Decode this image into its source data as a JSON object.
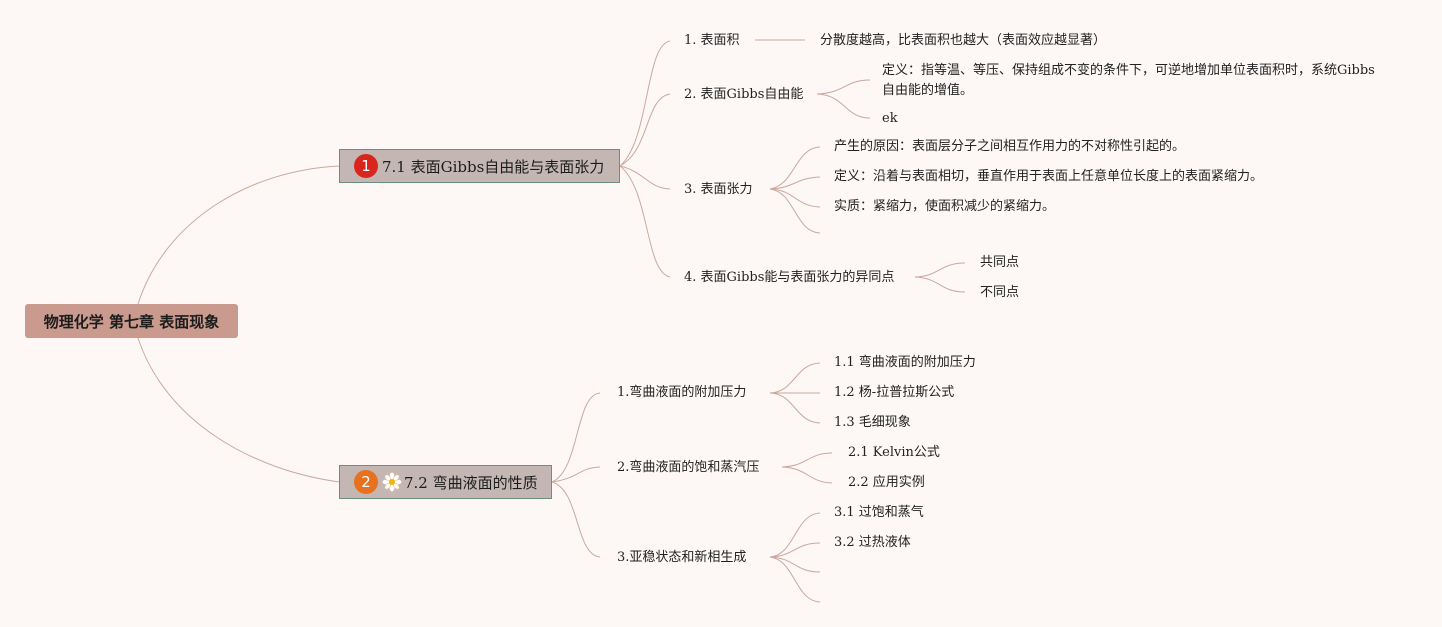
{
  "root": {
    "label": "物理化学 第七章 表面现象"
  },
  "topics": [
    {
      "marker": "1",
      "label": "7.1 表面Gibbs自由能与表面张力",
      "children": [
        {
          "label": "1. 表面积",
          "details": [
            "分散度越高，比表面积也越大（表面效应越显著）"
          ]
        },
        {
          "label": "2. 表面Gibbs自由能",
          "details": [
            "定义：指等温、等压、保持组成不变的条件下，可逆地增加单位表面积时，系统Gibbs自由能的增值。",
            "ek"
          ]
        },
        {
          "label": "3. 表面张力",
          "details": [
            "产生的原因：表面层分子之间相互作用力的不对称性引起的。",
            "定义：沿着与表面相切，垂直作用于表面上任意单位长度上的表面紧缩力。",
            "实质：紧缩力，使面积减少的紧缩力。",
            ""
          ]
        },
        {
          "label": "4. 表面Gibbs能与表面张力的异同点",
          "details": [
            "共同点",
            "不同点"
          ]
        }
      ]
    },
    {
      "marker": "2",
      "icon": "daisy-icon",
      "label": "7.2 弯曲液面的性质",
      "children": [
        {
          "label": "1.弯曲液面的附加压力",
          "details": [
            "1.1 弯曲液面的附加压力",
            "1.2 杨-拉普拉斯公式",
            "1.3 毛细现象"
          ]
        },
        {
          "label": "2.弯曲液面的饱和蒸汽压",
          "details": [
            "2.1 Kelvin公式",
            "2.2 应用实例"
          ]
        },
        {
          "label": "3.亚稳状态和新相生成",
          "details": [
            "3.1 过饱和蒸气",
            "3.2 过热液体",
            "",
            ""
          ]
        }
      ]
    }
  ],
  "colors": {
    "background": "#fdf8f6",
    "root": "#c99a8d",
    "topic": "#c4b7b3",
    "link": "#c9a89e",
    "marker1": "#d9261c",
    "marker2": "#e8711f"
  }
}
